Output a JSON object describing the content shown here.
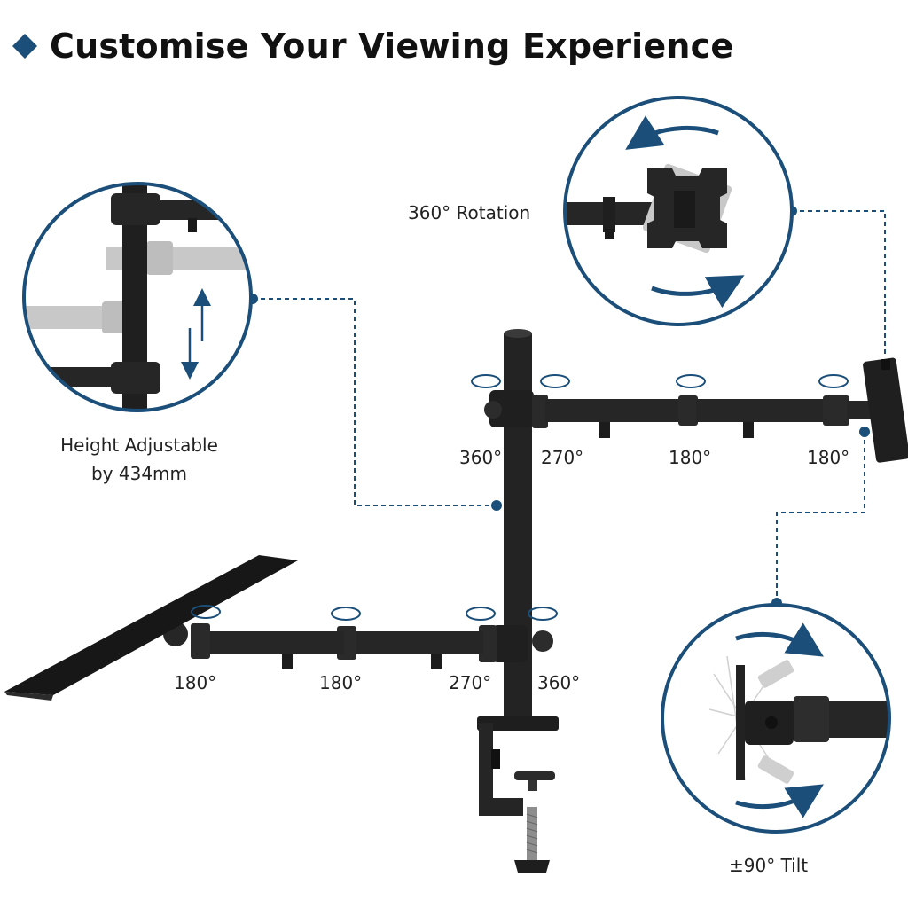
{
  "header": {
    "title": "Customise Your Viewing Experience"
  },
  "features": {
    "rotation": "360° Rotation",
    "height_line1": "Height Adjustable",
    "height_line2": "by 434mm",
    "tilt": "±90° Tilt"
  },
  "upper_arm_angles": [
    "360°",
    "270°",
    "180°",
    "180°"
  ],
  "lower_arm_angles": [
    "180°",
    "180°",
    "270°",
    "360°"
  ],
  "colors": {
    "accent": "#1b4f7a",
    "metal": "#232323",
    "metal_light": "#3a3a3a",
    "ghost": "#c8c8c8"
  }
}
